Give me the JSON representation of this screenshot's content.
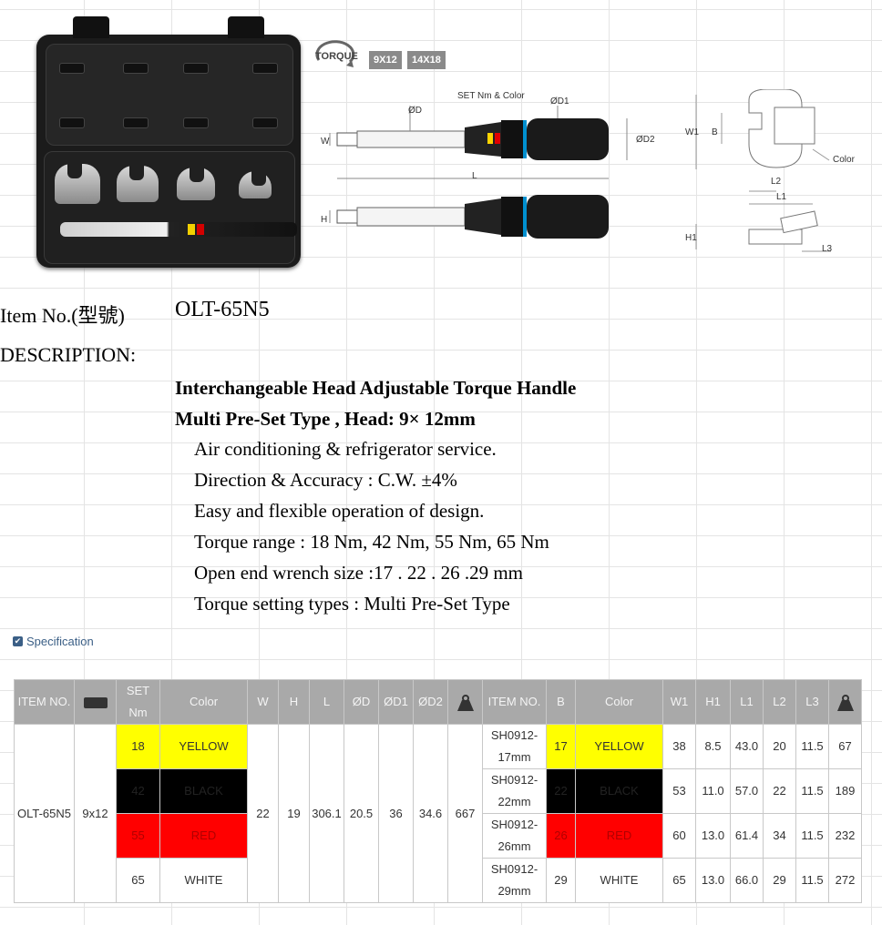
{
  "diagram": {
    "torque_badge": "TORQUE",
    "tags": [
      "9X12",
      "14X18"
    ],
    "labels": {
      "set_nm_color": "SET Nm & Color",
      "od": "ØD",
      "od1": "ØD1",
      "od2": "ØD2",
      "w": "W",
      "l": "L",
      "h": "H",
      "w1": "W1",
      "b": "B",
      "color": "Color",
      "l1": "L1",
      "l2": "L2",
      "l3": "L3",
      "h1": "H1"
    }
  },
  "item": {
    "label": "Item No.(型號)",
    "value": "OLT-65N5"
  },
  "description": {
    "label": "DESCRIPTION:",
    "bold_lines": [
      "Interchangeable Head Adjustable Torque Handle",
      "Multi Pre-Set Type , Head: 9× 12mm"
    ],
    "lines": [
      "Air conditioning & refrigerator service.",
      "Direction & Accuracy : C.W. ±4%",
      "Easy and flexible operation of design.",
      "Torque range : 18 Nm, 42 Nm, 55 Nm, 65 Nm",
      "Open end wrench size :17 . 22 . 26 .29 mm",
      "Torque setting types : Multi Pre-Set Type"
    ]
  },
  "spec": {
    "title": "Specification",
    "headers": {
      "item_no": "ITEM NO.",
      "set_nm": "SET Nm",
      "color": "Color",
      "w": "W",
      "h": "H",
      "l": "L",
      "od": "ØD",
      "od1": "ØD1",
      "od2": "ØD2",
      "item_no2": "ITEM NO.",
      "b": "B",
      "color2": "Color",
      "w1": "W1",
      "h1": "H1",
      "l1": "L1",
      "l2": "L2",
      "l3": "L3"
    },
    "handle": {
      "item_no": "OLT-65N5",
      "head": "9x12",
      "w": "22",
      "h": "19",
      "l": "306.1",
      "od": "20.5",
      "od1": "36",
      "od2": "34.6",
      "weight": "667"
    },
    "rows": [
      {
        "set_nm": "18",
        "color": "YELLOW",
        "color_hex": "#ffff00",
        "item_no": "SH0912-17mm",
        "b": "17",
        "w1": "38",
        "h1": "8.5",
        "l1": "43.0",
        "l2": "20",
        "l3": "11.5",
        "weight": "67"
      },
      {
        "set_nm": "42",
        "color": "BLACK",
        "color_hex": "#000000",
        "item_no": "SH0912-22mm",
        "b": "22",
        "w1": "53",
        "h1": "11.0",
        "l1": "57.0",
        "l2": "22",
        "l3": "11.5",
        "weight": "189"
      },
      {
        "set_nm": "55",
        "color": "RED",
        "color_hex": "#ff0000",
        "item_no": "SH0912-26mm",
        "b": "26",
        "w1": "60",
        "h1": "13.0",
        "l1": "61.4",
        "l2": "34",
        "l3": "11.5",
        "weight": "232"
      },
      {
        "set_nm": "65",
        "color": "WHITE",
        "color_hex": "#ffffff",
        "item_no": "SH0912-29mm",
        "b": "29",
        "w1": "65",
        "h1": "13.0",
        "l1": "66.0",
        "l2": "29",
        "l3": "11.5",
        "weight": "272"
      }
    ]
  }
}
